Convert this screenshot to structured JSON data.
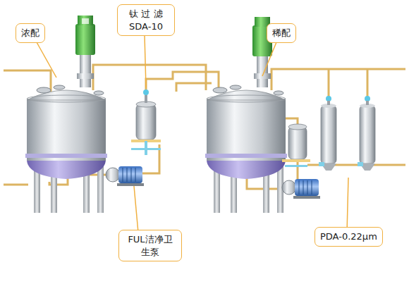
{
  "diagram": {
    "nodes": [
      {
        "text": [
          "浓配"
        ]
      },
      {
        "text": [
          "钛 过 滤 SDA-10"
        ]
      },
      {
        "text": [
          "稀配"
        ]
      },
      {
        "text": [
          "FUL洁净卫生泵"
        ]
      },
      {
        "text": [
          "PDA-0.22μm"
        ]
      }
    ]
  }
}
